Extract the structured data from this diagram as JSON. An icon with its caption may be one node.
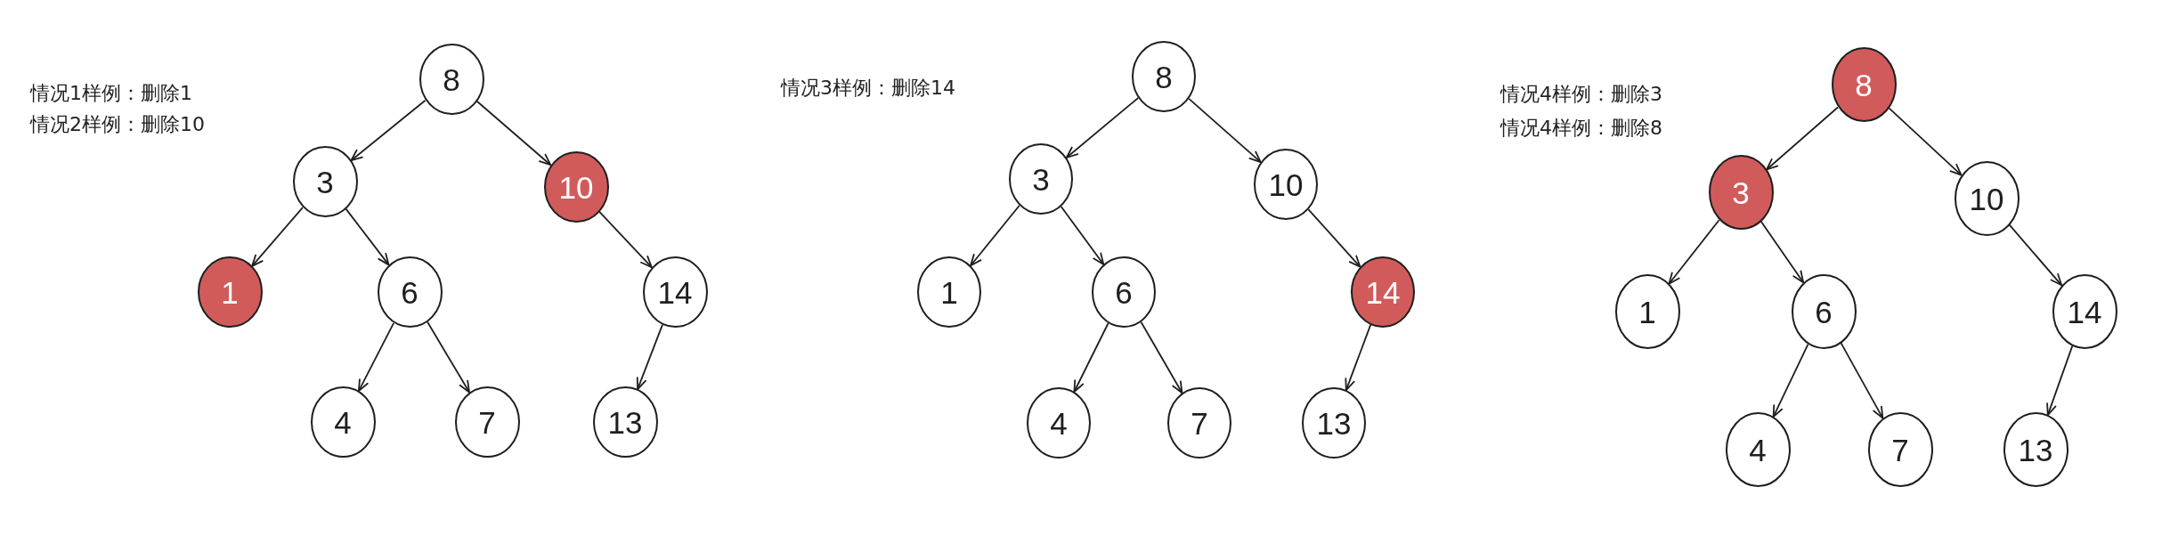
{
  "diagram": {
    "nodes": [
      {
        "text": [
          "8"
        ]
      },
      {
        "text": [
          "3"
        ]
      },
      {
        "text": [
          "10"
        ]
      },
      {
        "text": [
          "1"
        ]
      },
      {
        "text": [
          "6"
        ]
      },
      {
        "text": [
          "14"
        ]
      },
      {
        "text": [
          "4"
        ]
      },
      {
        "text": [
          "7"
        ]
      },
      {
        "text": [
          "13"
        ]
      },
      {
        "text": [
          "8"
        ]
      },
      {
        "text": [
          "3"
        ]
      },
      {
        "text": [
          "10"
        ]
      },
      {
        "text": [
          "1"
        ]
      },
      {
        "text": [
          "6"
        ]
      },
      {
        "text": [
          "14"
        ]
      },
      {
        "text": [
          "4"
        ]
      },
      {
        "text": [
          "7"
        ]
      },
      {
        "text": [
          "13"
        ]
      },
      {
        "text": [
          "8"
        ]
      },
      {
        "text": [
          "3"
        ]
      },
      {
        "text": [
          "10"
        ]
      },
      {
        "text": [
          "1"
        ]
      },
      {
        "text": [
          "6"
        ]
      },
      {
        "text": [
          "14"
        ]
      },
      {
        "text": [
          "4"
        ]
      },
      {
        "text": [
          "7"
        ]
      },
      {
        "text": [
          "13"
        ]
      }
    ],
    "edges": [
      {
        "from": 0,
        "to": 1,
        "arrow": "to"
      },
      {
        "from": 0,
        "to": 2,
        "arrow": "to"
      },
      {
        "from": 1,
        "to": 3,
        "arrow": "to"
      },
      {
        "from": 1,
        "to": 4,
        "arrow": "to"
      },
      {
        "from": 2,
        "to": 5,
        "arrow": "to"
      },
      {
        "from": 4,
        "to": 6,
        "arrow": "to"
      },
      {
        "from": 4,
        "to": 7,
        "arrow": "to"
      },
      {
        "from": 5,
        "to": 8,
        "arrow": "to"
      },
      {
        "from": 9,
        "to": 10,
        "arrow": "to"
      },
      {
        "from": 9,
        "to": 11,
        "arrow": "to"
      },
      {
        "from": 10,
        "to": 12,
        "arrow": "to"
      },
      {
        "from": 10,
        "to": 13,
        "arrow": "to"
      },
      {
        "from": 11,
        "to": 14,
        "arrow": "to"
      },
      {
        "from": 13,
        "to": 15,
        "arrow": "to"
      },
      {
        "from": 13,
        "to": 16,
        "arrow": "to"
      },
      {
        "from": 14,
        "to": 17,
        "arrow": "to"
      },
      {
        "from": 18,
        "to": 19,
        "arrow": "to"
      },
      {
        "from": 18,
        "to": 20,
        "arrow": "to"
      },
      {
        "from": 19,
        "to": 21,
        "arrow": "to"
      },
      {
        "from": 19,
        "to": 22,
        "arrow": "to"
      },
      {
        "from": 20,
        "to": 23,
        "arrow": "to"
      },
      {
        "from": 22,
        "to": 24,
        "arrow": "to"
      },
      {
        "from": 22,
        "to": 25,
        "arrow": "to"
      },
      {
        "from": 23,
        "to": 26,
        "arrow": "to"
      }
    ],
    "labels": [
      "情况1样例：删除1",
      "情况2样例：删除10",
      "情况3样例：删除14",
      "情况4样例：删除3",
      "情况4样例：删除8"
    ]
  }
}
